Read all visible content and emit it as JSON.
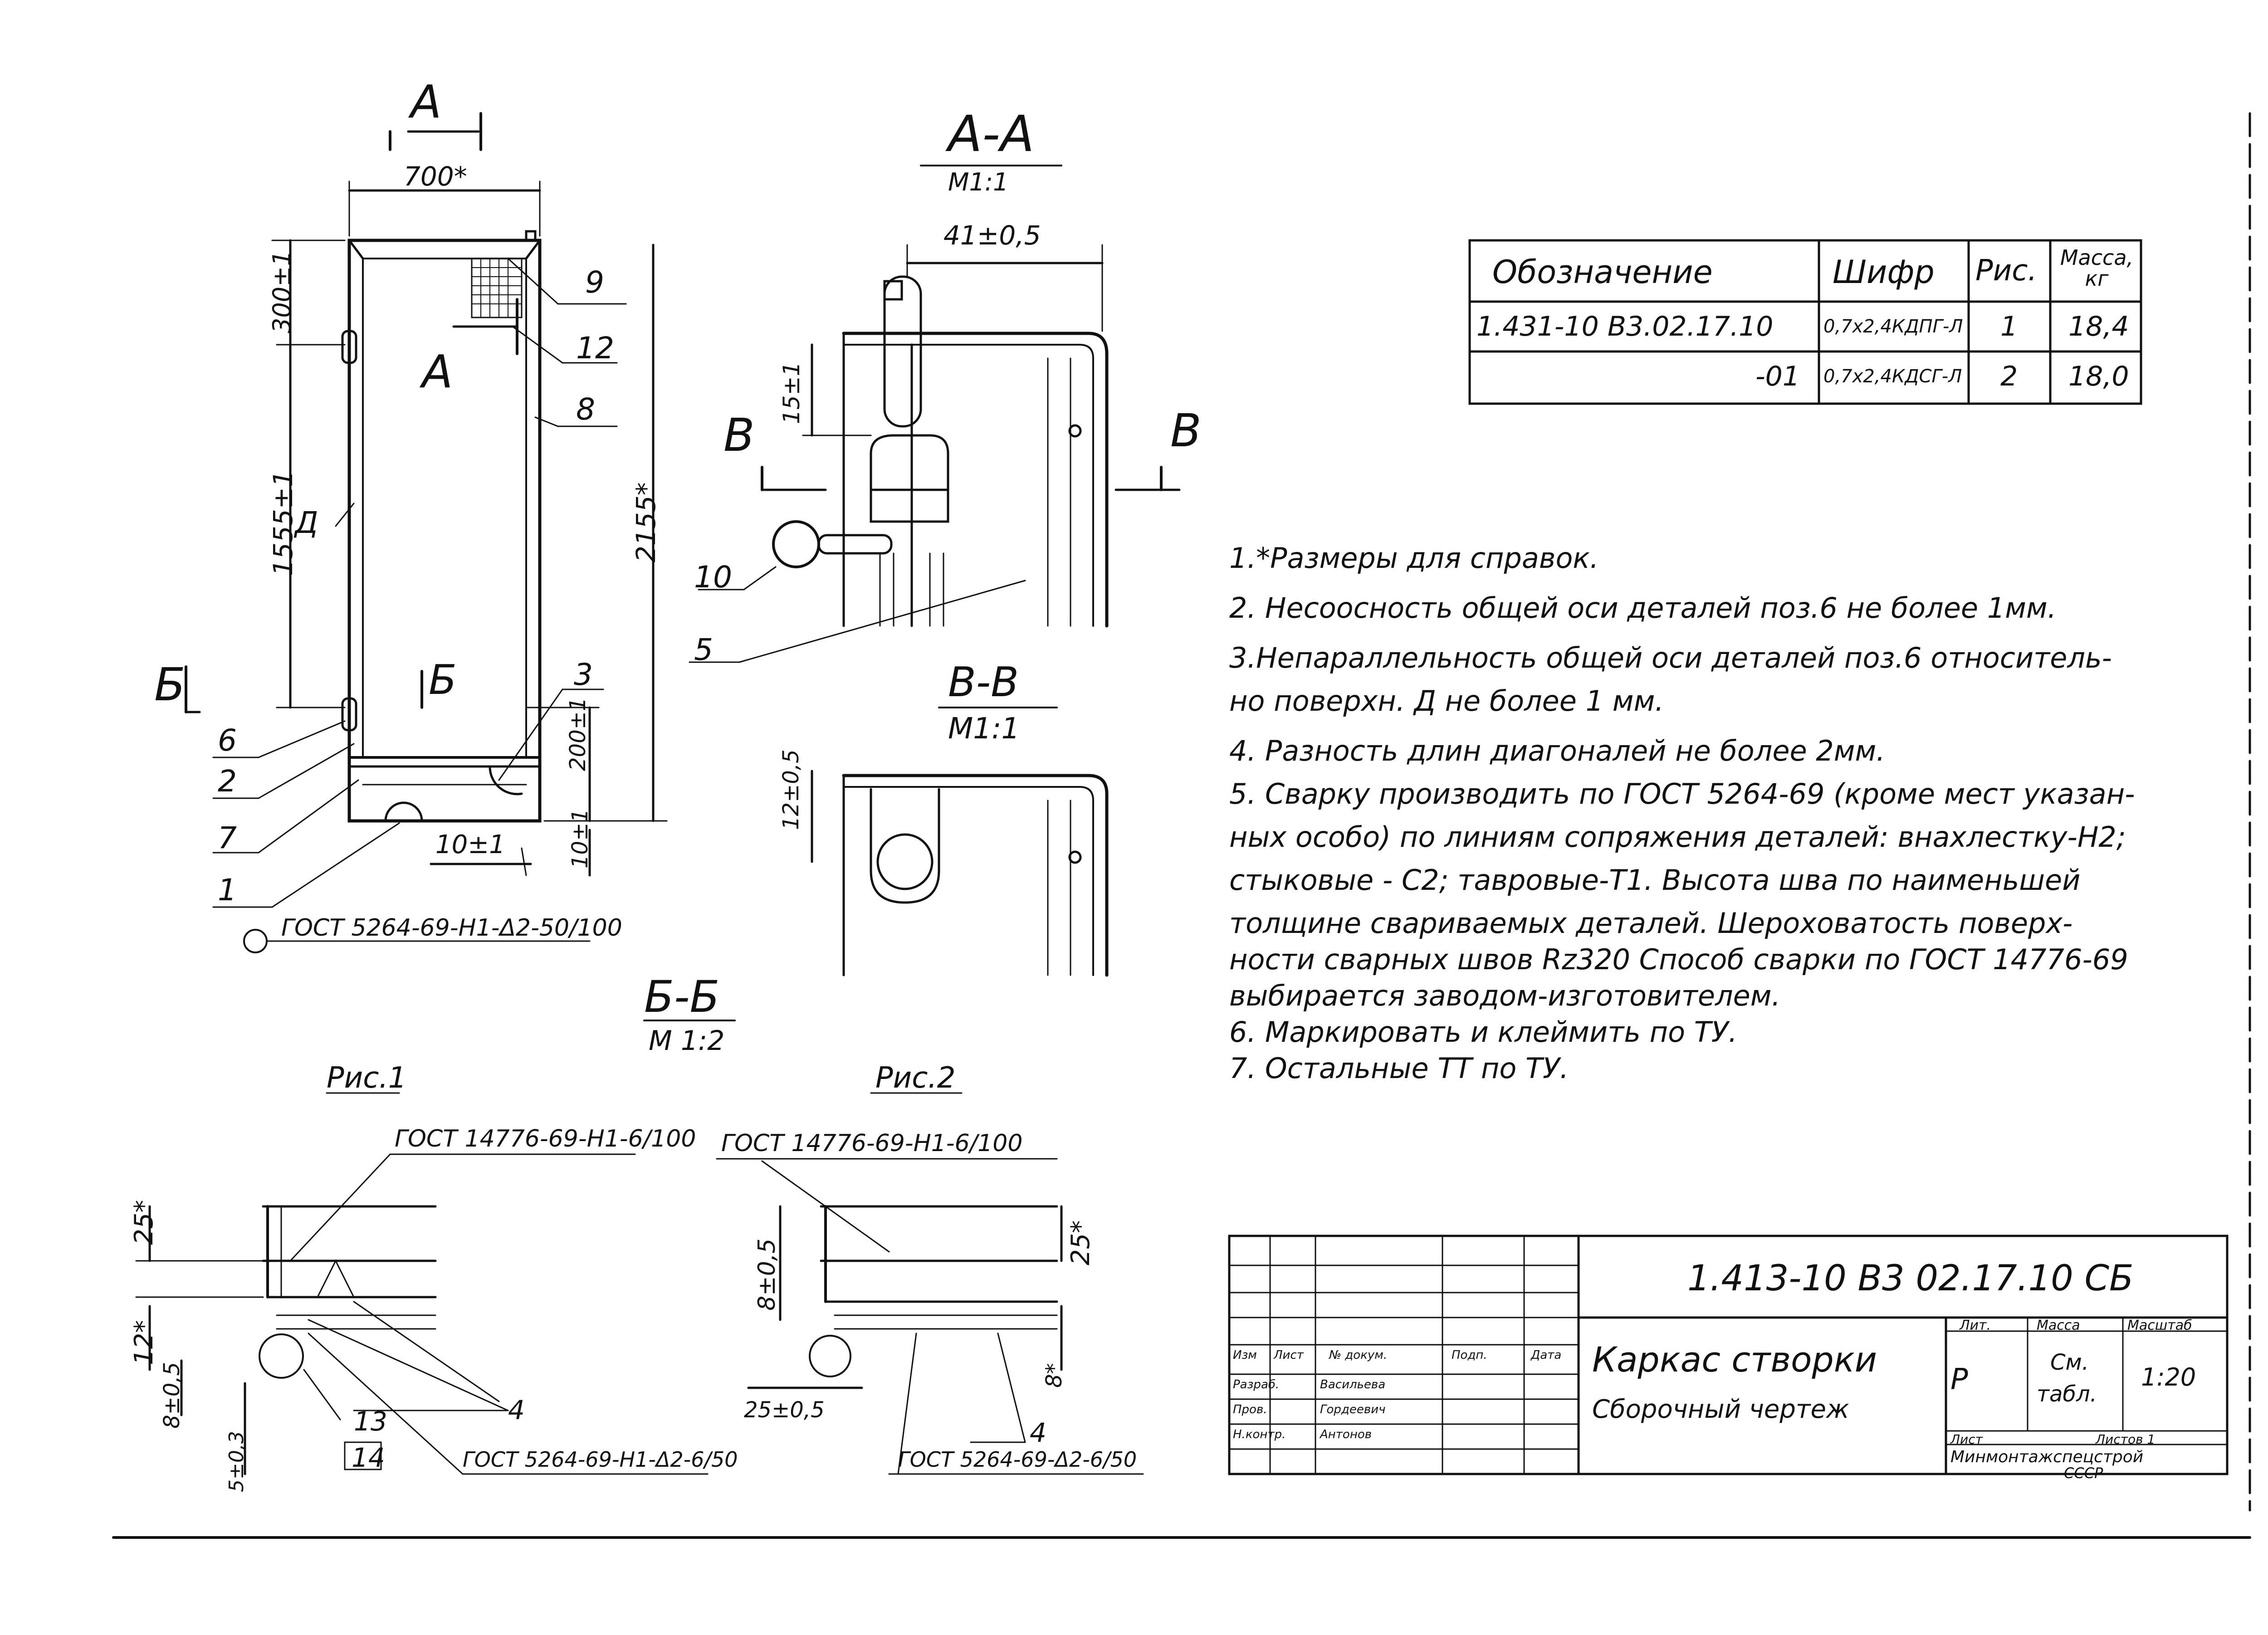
{
  "views": {
    "main": {
      "section_mark_top": "А",
      "section_mark_mid": "А",
      "section_mark_left": "Б",
      "section_mark_center": "Б",
      "dims": {
        "width": "700*",
        "height_full": "2155*",
        "top_300": "300±1",
        "mid_1555": "1555±1",
        "bottom_200": "200±1",
        "bottom_10a": "10±1",
        "bottom_10b": "10±1"
      },
      "surface_label": "Д",
      "positions": [
        "9",
        "12",
        "8",
        "3",
        "6",
        "2",
        "7",
        "1"
      ],
      "weld_note": "ГОСТ 5264-69-Н1-Δ2-50/100"
    },
    "section_aa": {
      "title": "А-А",
      "scale": "М1:1",
      "dim_41": "41±0,5",
      "dim_15": "15±1",
      "mark_left": "В",
      "mark_right": "В",
      "positions": [
        "10",
        "5"
      ]
    },
    "section_bb": {
      "title": "В-В",
      "scale": "М1:1",
      "dim_12": "12±0,5"
    },
    "section_b_b": {
      "title": "Б-Б",
      "scale": "М 1:2"
    },
    "fig1": {
      "title": "Рис.1",
      "weld_note_top": "ГОСТ 14776-69-Н1-6/100",
      "weld_note_bottom": "ГОСТ 5264-69-Н1-Δ2-6/50",
      "dim_25": "25*",
      "dim_12": "12*",
      "dim_8": "8±0,5",
      "dim_5": "5±0,3",
      "pos_13": "13",
      "pos_14": "14",
      "pos_4": "4"
    },
    "fig2": {
      "title": "Рис.2",
      "weld_note_top": "ГОСТ 14776-69-Н1-6/100",
      "weld_note_bottom": "ГОСТ 5264-69-Δ2-6/50",
      "dim_25": "25*",
      "dim_8a": "8±0,5",
      "dim_8b": "8*",
      "dim_25b": "25±0,5",
      "pos_4": "4"
    }
  },
  "spec_table": {
    "headers": [
      "Обозначение",
      "Шифр",
      "Рис.",
      "Масса, кг"
    ],
    "rows": [
      [
        "1.431-10 В3.02.17.10",
        "0,7х2,4КДПГ-Л",
        "1",
        "18,4"
      ],
      [
        "-01",
        "0,7х2,4КДСГ-Л",
        "2",
        "18,0"
      ]
    ]
  },
  "notes": [
    "1.*Размеры для справок.",
    "2. Несоосность общей оси деталей поз.6 не более 1мм.",
    "3.Непараллельность общей оси деталей поз.6 относитель-",
    "но поверхн. Д не более 1 мм.",
    "4. Разность длин диагоналей не более 2мм.",
    "5. Сварку производить по ГОСТ 5264-69 (кроме мест указан-",
    "ных особо) по линиям сопряжения деталей: внахлестку-Н2;",
    "стыковые - С2; тавровые-Т1. Высота шва по наименьшей",
    "толщине свариваемых деталей. Шероховатость поверх-",
    "ности сварных швов Rz320 Способ сварки по ГОСТ 14776-69",
    "выбирается заводом-изготовителем.",
    "6. Маркировать и клеймить по ТУ.",
    "7. Остальные ТТ по ТУ."
  ],
  "title_block": {
    "doc_code": "1.413-10 В3 02.17.10 СБ",
    "name_line1": "Каркас створки",
    "name_line2": "Сборочный чертеж",
    "col_lit": "Лит.",
    "col_mass": "Масса",
    "col_scale": "Масштаб",
    "lit_value": "Р",
    "mass_value_1": "См.",
    "mass_value_2": "табл.",
    "scale_value": "1:20",
    "sheet_label": "Лист",
    "sheets_label": "Листов 1",
    "org_line1": "Минмонтажспецстрой",
    "org_line2": "СССР",
    "stamp_headers": [
      "Изм",
      "Лист",
      "№ докум.",
      "Подп.",
      "Дата"
    ],
    "stamp_rows": [
      [
        "Разраб.",
        "Васильева",
        "",
        ""
      ],
      [
        "Пров.",
        "Гордеевич",
        "",
        ""
      ],
      [
        "Н.контр.",
        "Антонов",
        "",
        ""
      ]
    ]
  }
}
